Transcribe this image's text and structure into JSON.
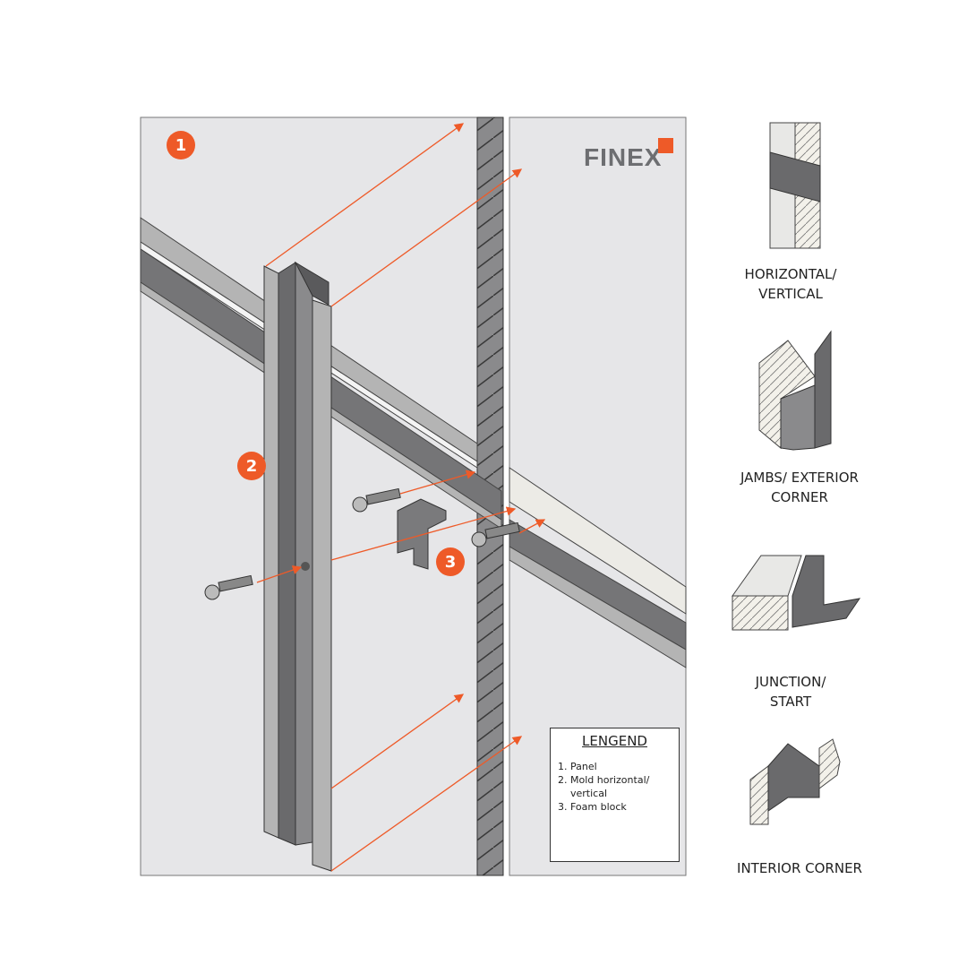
{
  "markers": [
    "1",
    "2",
    "3"
  ],
  "logo": {
    "text": "FINEX",
    "accent_color": "#ee5a28"
  },
  "legend": {
    "title": "LENGEND",
    "items": [
      "Panel",
      "Mold horizontal/ vertical",
      "Foam block"
    ]
  },
  "profiles": [
    {
      "label": "HORIZONTAL/ VERTICAL"
    },
    {
      "label": "JAMBS/ EXTERIOR CORNER"
    },
    {
      "label": "JUNCTION/ START"
    },
    {
      "label": "INTERIOR CORNER"
    }
  ],
  "colors": {
    "accent": "#ee5a28",
    "panel": "#e6e6e8",
    "wall": "#8a8a8c",
    "mold_dark": "#6a6a6c",
    "mold_light": "#b4b4b4"
  }
}
